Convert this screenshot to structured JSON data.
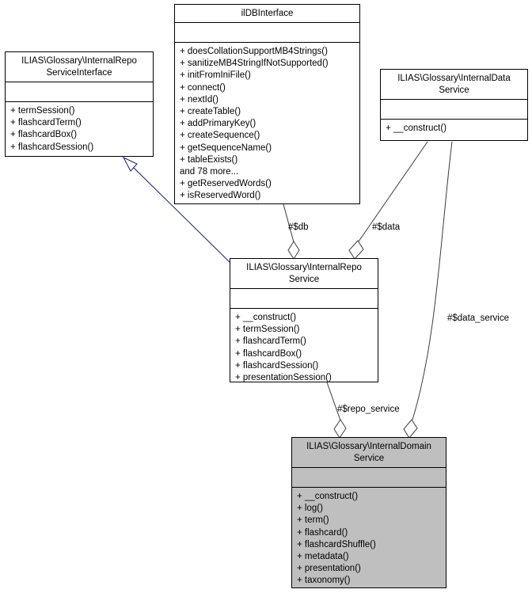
{
  "diagram": {
    "kind": "uml-collaboration-diagram",
    "colors": {
      "box_fill": "#ffffff",
      "highlight_fill": "#bfbfbf",
      "border": "#000000",
      "aggregation_edge": "#3c3c3c",
      "inheritance_edge": "#191970",
      "text": "#000000"
    }
  },
  "classes": {
    "ildb_interface": {
      "title": "ilDBInterface",
      "methods": [
        "+ doesCollationSupportMB4Strings()",
        "+ sanitizeMB4StringIfNotSupported()",
        "+ initFromIniFile()",
        "+ connect()",
        "+ nextId()",
        "+ createTable()",
        "+ addPrimaryKey()",
        "+ createSequence()",
        "+ getSequenceName()",
        "+ tableExists()",
        "and 78 more...",
        "+ getReservedWords()",
        "+ isReservedWord()"
      ]
    },
    "repo_service_interface": {
      "title": "ILIAS\\Glossary\\InternalRepo\nServiceInterface",
      "methods": [
        "+ termSession()",
        "+ flashcardTerm()",
        "+ flashcardBox()",
        "+ flashcardSession()"
      ]
    },
    "data_service": {
      "title": "ILIAS\\Glossary\\InternalData\nService",
      "methods": [
        "+ __construct()"
      ]
    },
    "repo_service": {
      "title": "ILIAS\\Glossary\\InternalRepo\nService",
      "methods": [
        "+ __construct()",
        "+ termSession()",
        "+ flashcardTerm()",
        "+ flashcardBox()",
        "+ flashcardSession()",
        "+ presentationSession()"
      ]
    },
    "domain_service": {
      "title": "ILIAS\\Glossary\\InternalDomain\nService",
      "methods": [
        "+ __construct()",
        "+ log()",
        "+ term()",
        "+ flashcard()",
        "+ flashcardShuffle()",
        "+ metadata()",
        "+ presentation()",
        "+ taxonomy()"
      ]
    }
  },
  "edges": {
    "db": {
      "label": "#$db",
      "relation": "aggregation"
    },
    "data": {
      "label": "#$data",
      "relation": "aggregation"
    },
    "repo_service": {
      "label": "#$repo_service",
      "relation": "aggregation"
    },
    "data_service": {
      "label": "#$data_service",
      "relation": "aggregation"
    },
    "inheritance": {
      "relation": "generalization"
    }
  }
}
